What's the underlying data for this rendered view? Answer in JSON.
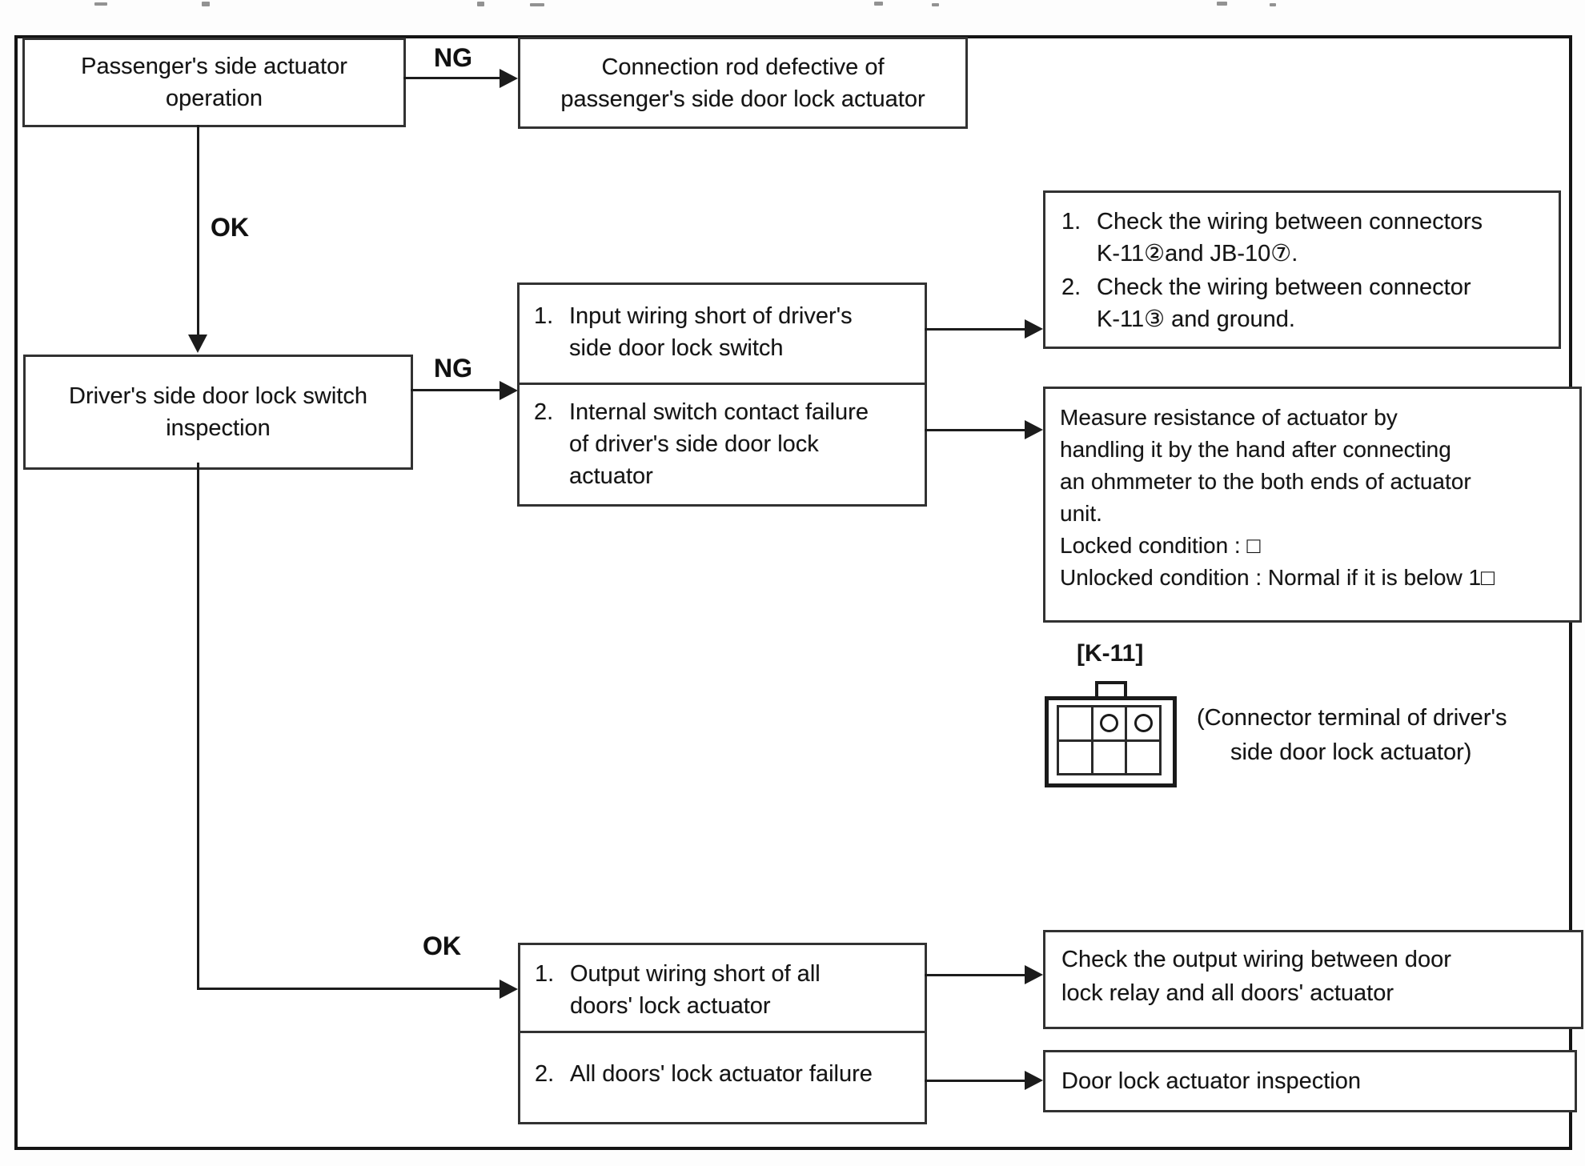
{
  "edges": {
    "a_b": "NG",
    "a_c": "OK",
    "c_d": "NG",
    "c_g": "OK"
  },
  "boxes": {
    "passenger": {
      "lines": [
        "Passenger's side actuator",
        "operation"
      ]
    },
    "connection_rod": {
      "lines": [
        "Connection rod defective of",
        "passenger's side door lock actuator"
      ]
    },
    "driver_switch": {
      "lines": [
        "Driver's side door lock switch",
        "inspection"
      ]
    },
    "cause_driver": {
      "items": [
        {
          "marker": "1.",
          "lines": [
            "Input wiring short of driver's",
            "side door lock switch"
          ]
        },
        {
          "marker": "2.",
          "lines": [
            "Internal switch contact failure",
            "of driver's side door lock",
            "actuator"
          ]
        }
      ]
    },
    "check_wiring": {
      "items": [
        {
          "marker": "1.",
          "lines": [
            "Check the wiring between connectors",
            "K-11②and JB-10⑦."
          ]
        },
        {
          "marker": "2.",
          "lines": [
            "Check the wiring between connector",
            "K-11③ and ground."
          ]
        }
      ]
    },
    "measure": {
      "lines": [
        "Measure resistance of actuator by",
        "handling it by the hand after connecting",
        "an ohmmeter to the both ends of actuator",
        "unit.",
        "Locked condition : □",
        "Unlocked condition : Normal if it is below 1□"
      ]
    },
    "cause_all": {
      "items": [
        {
          "marker": "1.",
          "lines": [
            "Output wiring short of all",
            "doors' lock actuator"
          ]
        },
        {
          "marker": "2.",
          "lines": [
            "All doors' lock actuator failure"
          ]
        }
      ]
    },
    "check_output": {
      "lines": [
        "Check the output wiring between door",
        "lock relay and all doors' actuator"
      ]
    },
    "inspection": {
      "lines": [
        "Door lock actuator inspection"
      ]
    }
  },
  "connector": {
    "label": "[K-11]",
    "caption_lines": [
      "(Connector terminal of driver's",
      "side door lock actuator)"
    ]
  },
  "colors": {
    "line": "#1c1c1c",
    "box_border": "#323232",
    "background": "#ffffff",
    "text": "#141414"
  }
}
